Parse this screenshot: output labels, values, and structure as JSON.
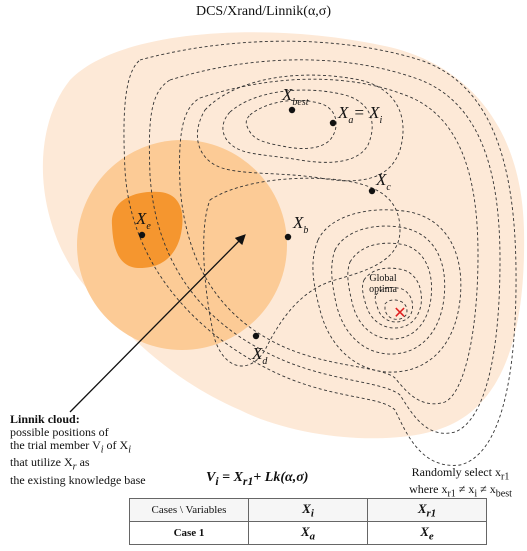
{
  "title": "DCS/Xrand/Linnik(α,σ)",
  "points": {
    "x_best": {
      "main": "X",
      "sub": "best"
    },
    "x_a_eq": {
      "main": "X",
      "sub": "a",
      "eq": "= X",
      "sub2": "i"
    },
    "x_c": {
      "main": "X",
      "sub": "c"
    },
    "x_b": {
      "main": "X",
      "sub": "b"
    },
    "x_e": {
      "main": "X",
      "sub": "e"
    },
    "x_d": {
      "main": "X",
      "sub": "d"
    }
  },
  "global_optima": {
    "line1": "Global",
    "line2": "optima",
    "marker": "✕"
  },
  "linnik_cloud": {
    "head": "Linnik cloud:",
    "line1": "possible positions of",
    "line2": "the trial member V",
    "line2_sub": "i",
    "line2_tail": " of X",
    "line2_tail_sub": "i",
    "line3": "that utilize X",
    "line3_sub": "r",
    "line3_tail": " as",
    "line4": "the existing knowledge base"
  },
  "formula": {
    "lhs": "V",
    "lhs_sub": "i",
    "eq": " = X",
    "r_sub": "r1",
    "rest": "+ Lk(α,σ)"
  },
  "random_select": {
    "line1": "Randomly select x",
    "line1_sub": "r1",
    "line2": "where x",
    "line2_sub": "r1",
    "line2_mid": " ≠ x",
    "line2_sub2": "i",
    "line2_mid2": " ≠ x",
    "line2_sub3": "best"
  },
  "table": {
    "header": [
      "Cases \\ Variables",
      "X",
      "X"
    ],
    "header_subs": [
      "",
      "i",
      "r1"
    ],
    "rows": [
      {
        "label": "Case 1",
        "cells": [
          "X",
          "X"
        ],
        "subs": [
          "a",
          "e"
        ]
      }
    ]
  },
  "colors": {
    "outer_region": "#fde9d7",
    "cloud": "#fccb96",
    "core": "#f5962f",
    "contour": "#333333",
    "optima_marker": "#e02020"
  }
}
